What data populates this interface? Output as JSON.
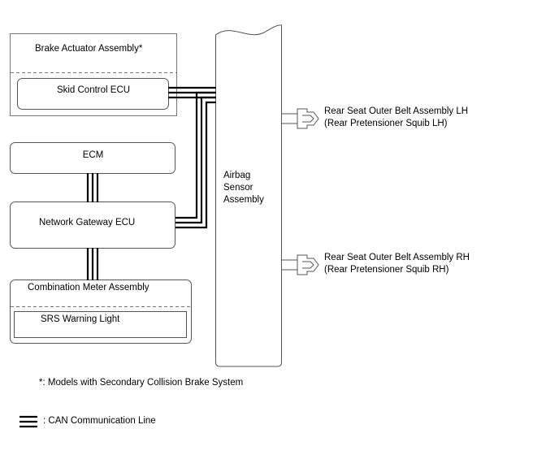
{
  "blocks": {
    "brake_actuator": "Brake Actuator Assembly*",
    "skid_control_ecu": "Skid Control ECU",
    "ecm": "ECM",
    "network_gateway_ecu": "Network Gateway ECU",
    "combination_meter": "Combination Meter Assembly",
    "srs_warning_light": "SRS Warning Light",
    "airbag_sensor": [
      "Airbag",
      "Sensor",
      "Assembly"
    ]
  },
  "squibs": {
    "lh": [
      "Rear Seat Outer Belt Assembly LH",
      "(Rear Pretensioner Squib LH)"
    ],
    "rh": [
      "Rear Seat Outer Belt Assembly RH",
      "(Rear Pretensioner Squib RH)"
    ]
  },
  "notes": {
    "footnote": "*: Models with Secondary Collision Brake System",
    "legend": ": CAN Communication Line"
  }
}
